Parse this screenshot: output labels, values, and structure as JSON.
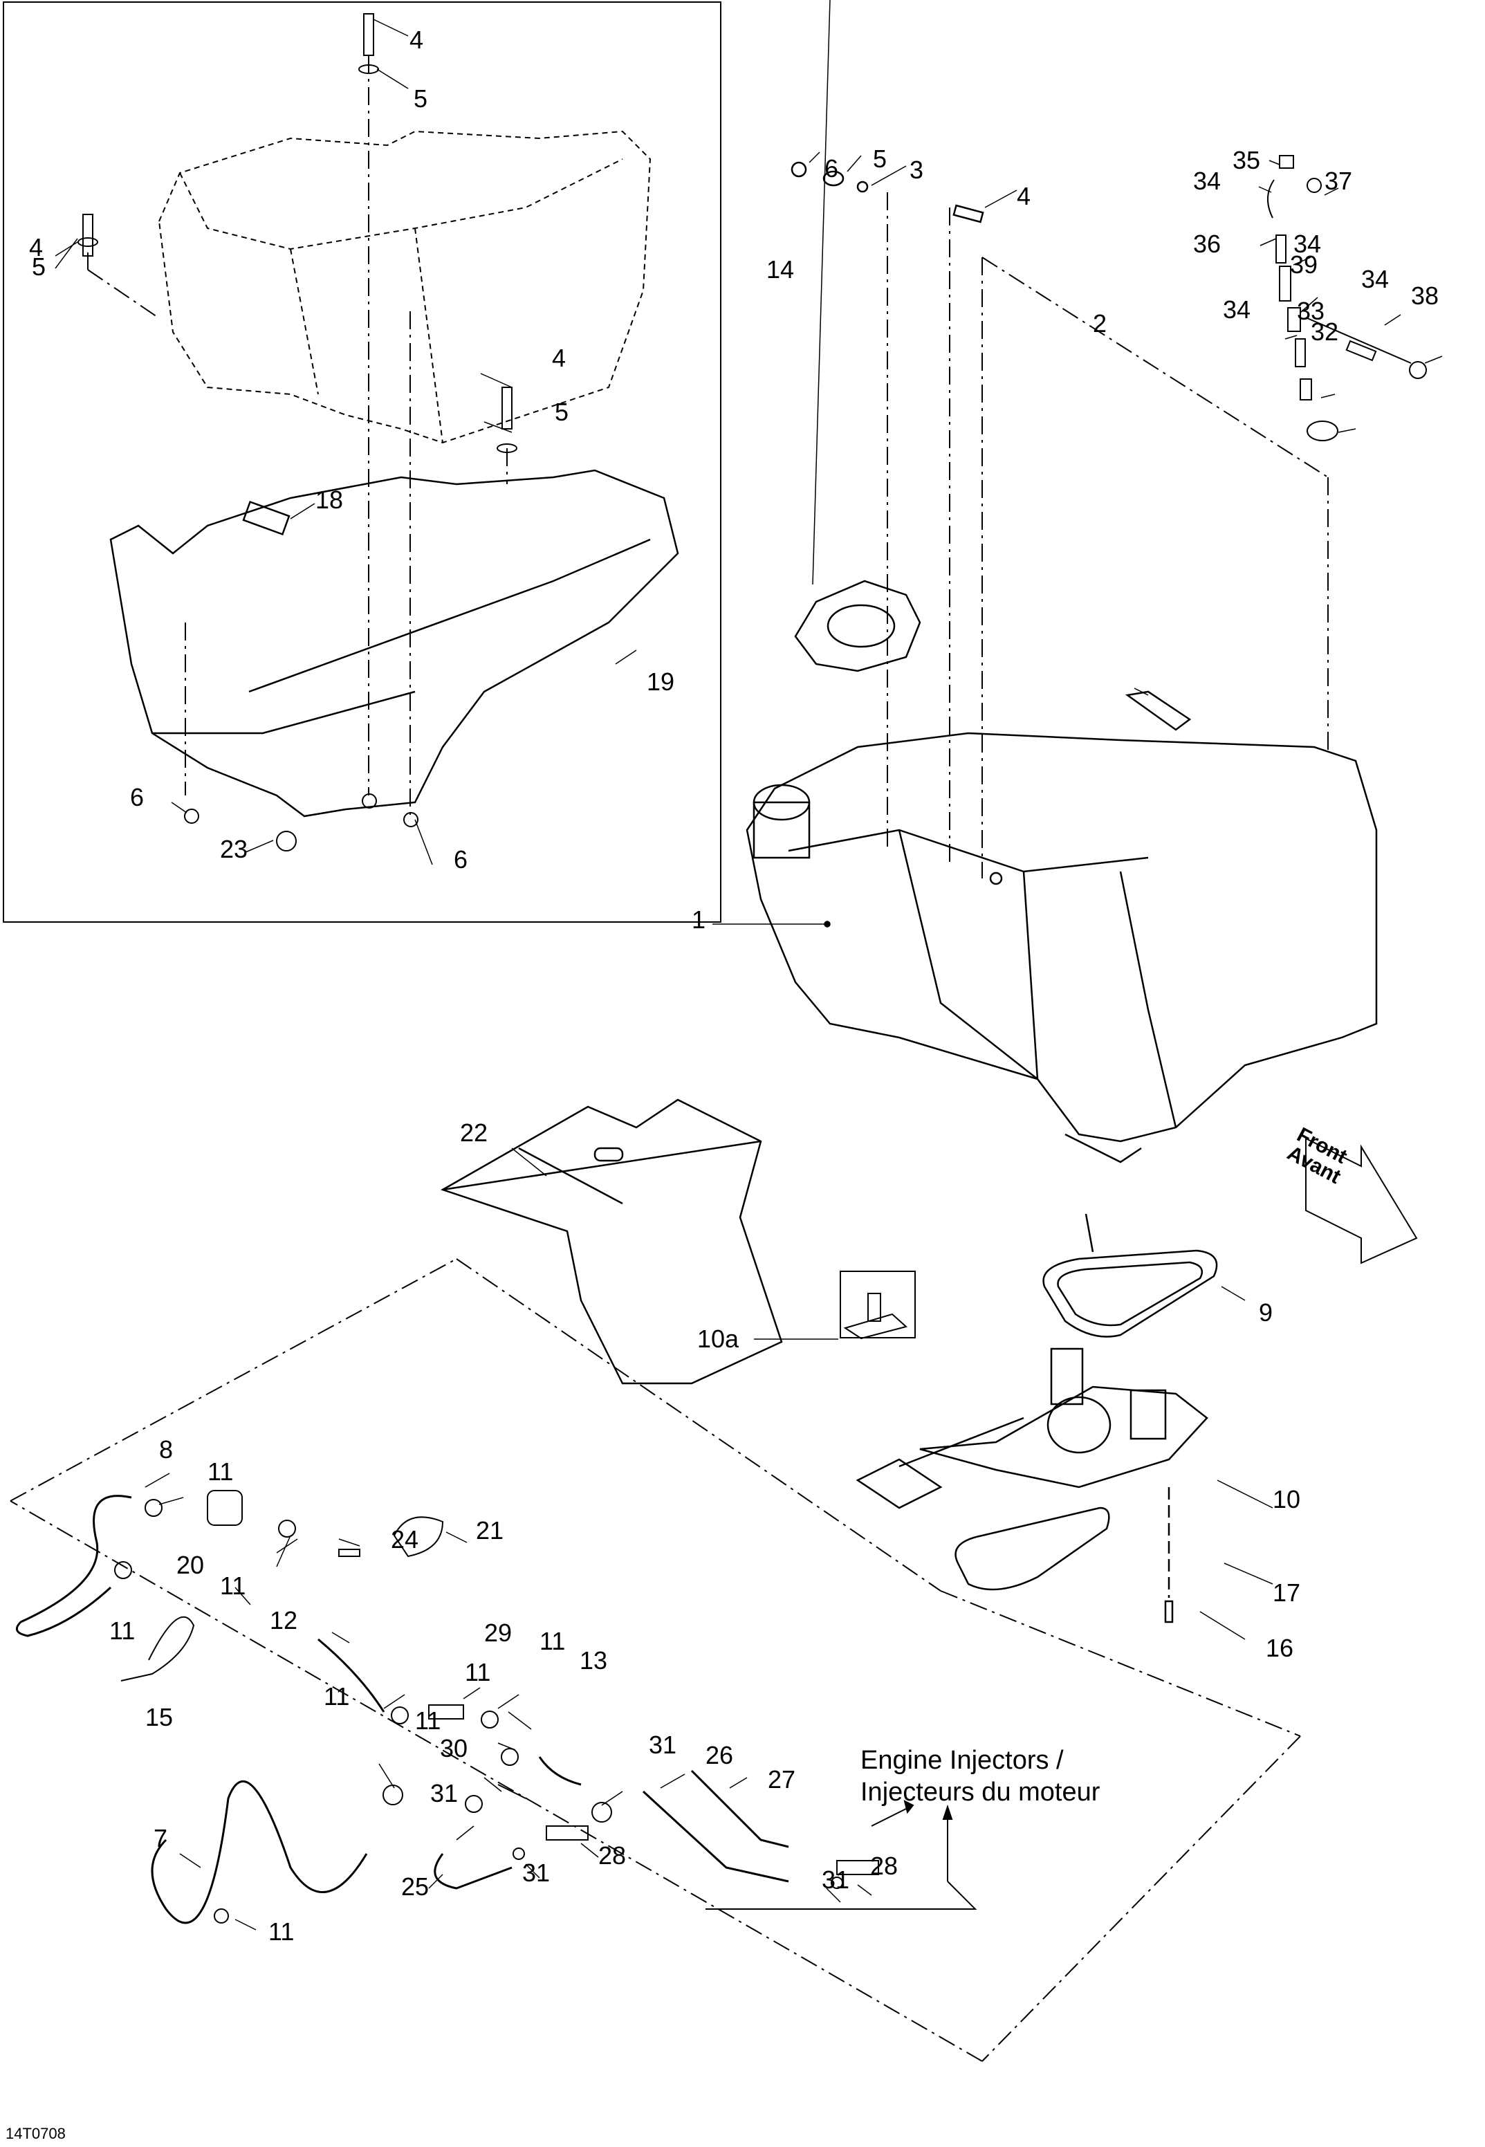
{
  "diagram": {
    "title_ref": "14T0708",
    "direction_arrow": {
      "line1": "Front",
      "line2": "Avant"
    },
    "destination_note": {
      "line1": "Engine Injectors /",
      "line2": "Injecteurs du moteur"
    },
    "inset_label": "10a",
    "callouts": [
      {
        "id": "c-4a",
        "text": "4"
      },
      {
        "id": "c-5a",
        "text": "5"
      },
      {
        "id": "c-4b",
        "text": "4"
      },
      {
        "id": "c-5b",
        "text": "5"
      },
      {
        "id": "c-4c",
        "text": "4"
      },
      {
        "id": "c-5c",
        "text": "5"
      },
      {
        "id": "c-18",
        "text": "18"
      },
      {
        "id": "c-19",
        "text": "19"
      },
      {
        "id": "c-6a",
        "text": "6"
      },
      {
        "id": "c-23",
        "text": "23"
      },
      {
        "id": "c-6b",
        "text": "6"
      },
      {
        "id": "c-6c",
        "text": "6"
      },
      {
        "id": "c-5d",
        "text": "5"
      },
      {
        "id": "c-3",
        "text": "3"
      },
      {
        "id": "c-4d",
        "text": "4"
      },
      {
        "id": "c-14",
        "text": "14"
      },
      {
        "id": "c-2",
        "text": "2"
      },
      {
        "id": "c-35",
        "text": "35"
      },
      {
        "id": "c-34a",
        "text": "34"
      },
      {
        "id": "c-37",
        "text": "37"
      },
      {
        "id": "c-36",
        "text": "36"
      },
      {
        "id": "c-34b",
        "text": "34"
      },
      {
        "id": "c-39",
        "text": "39"
      },
      {
        "id": "c-34c",
        "text": "34"
      },
      {
        "id": "c-38",
        "text": "38"
      },
      {
        "id": "c-34d",
        "text": "34"
      },
      {
        "id": "c-33",
        "text": "33"
      },
      {
        "id": "c-32",
        "text": "32"
      },
      {
        "id": "c-1",
        "text": "1"
      },
      {
        "id": "c-22",
        "text": "22"
      },
      {
        "id": "c-9",
        "text": "9"
      },
      {
        "id": "c-10",
        "text": "10"
      },
      {
        "id": "c-17",
        "text": "17"
      },
      {
        "id": "c-16",
        "text": "16"
      },
      {
        "id": "c-8",
        "text": "8"
      },
      {
        "id": "c-11a",
        "text": "11"
      },
      {
        "id": "c-24",
        "text": "24"
      },
      {
        "id": "c-21",
        "text": "21"
      },
      {
        "id": "c-20",
        "text": "20"
      },
      {
        "id": "c-11b",
        "text": "11"
      },
      {
        "id": "c-11c",
        "text": "11"
      },
      {
        "id": "c-12",
        "text": "12"
      },
      {
        "id": "c-29",
        "text": "29"
      },
      {
        "id": "c-11d",
        "text": "11"
      },
      {
        "id": "c-11e",
        "text": "11"
      },
      {
        "id": "c-13",
        "text": "13"
      },
      {
        "id": "c-15",
        "text": "15"
      },
      {
        "id": "c-11f",
        "text": "11"
      },
      {
        "id": "c-11g",
        "text": "11"
      },
      {
        "id": "c-30",
        "text": "30"
      },
      {
        "id": "c-31a",
        "text": "31"
      },
      {
        "id": "c-26",
        "text": "26"
      },
      {
        "id": "c-27",
        "text": "27"
      },
      {
        "id": "c-7",
        "text": "7"
      },
      {
        "id": "c-31b",
        "text": "31"
      },
      {
        "id": "c-28a",
        "text": "28"
      },
      {
        "id": "c-31c",
        "text": "31"
      },
      {
        "id": "c-25",
        "text": "25"
      },
      {
        "id": "c-28b",
        "text": "28"
      },
      {
        "id": "c-31d",
        "text": "31"
      },
      {
        "id": "c-11h",
        "text": "11"
      }
    ]
  }
}
